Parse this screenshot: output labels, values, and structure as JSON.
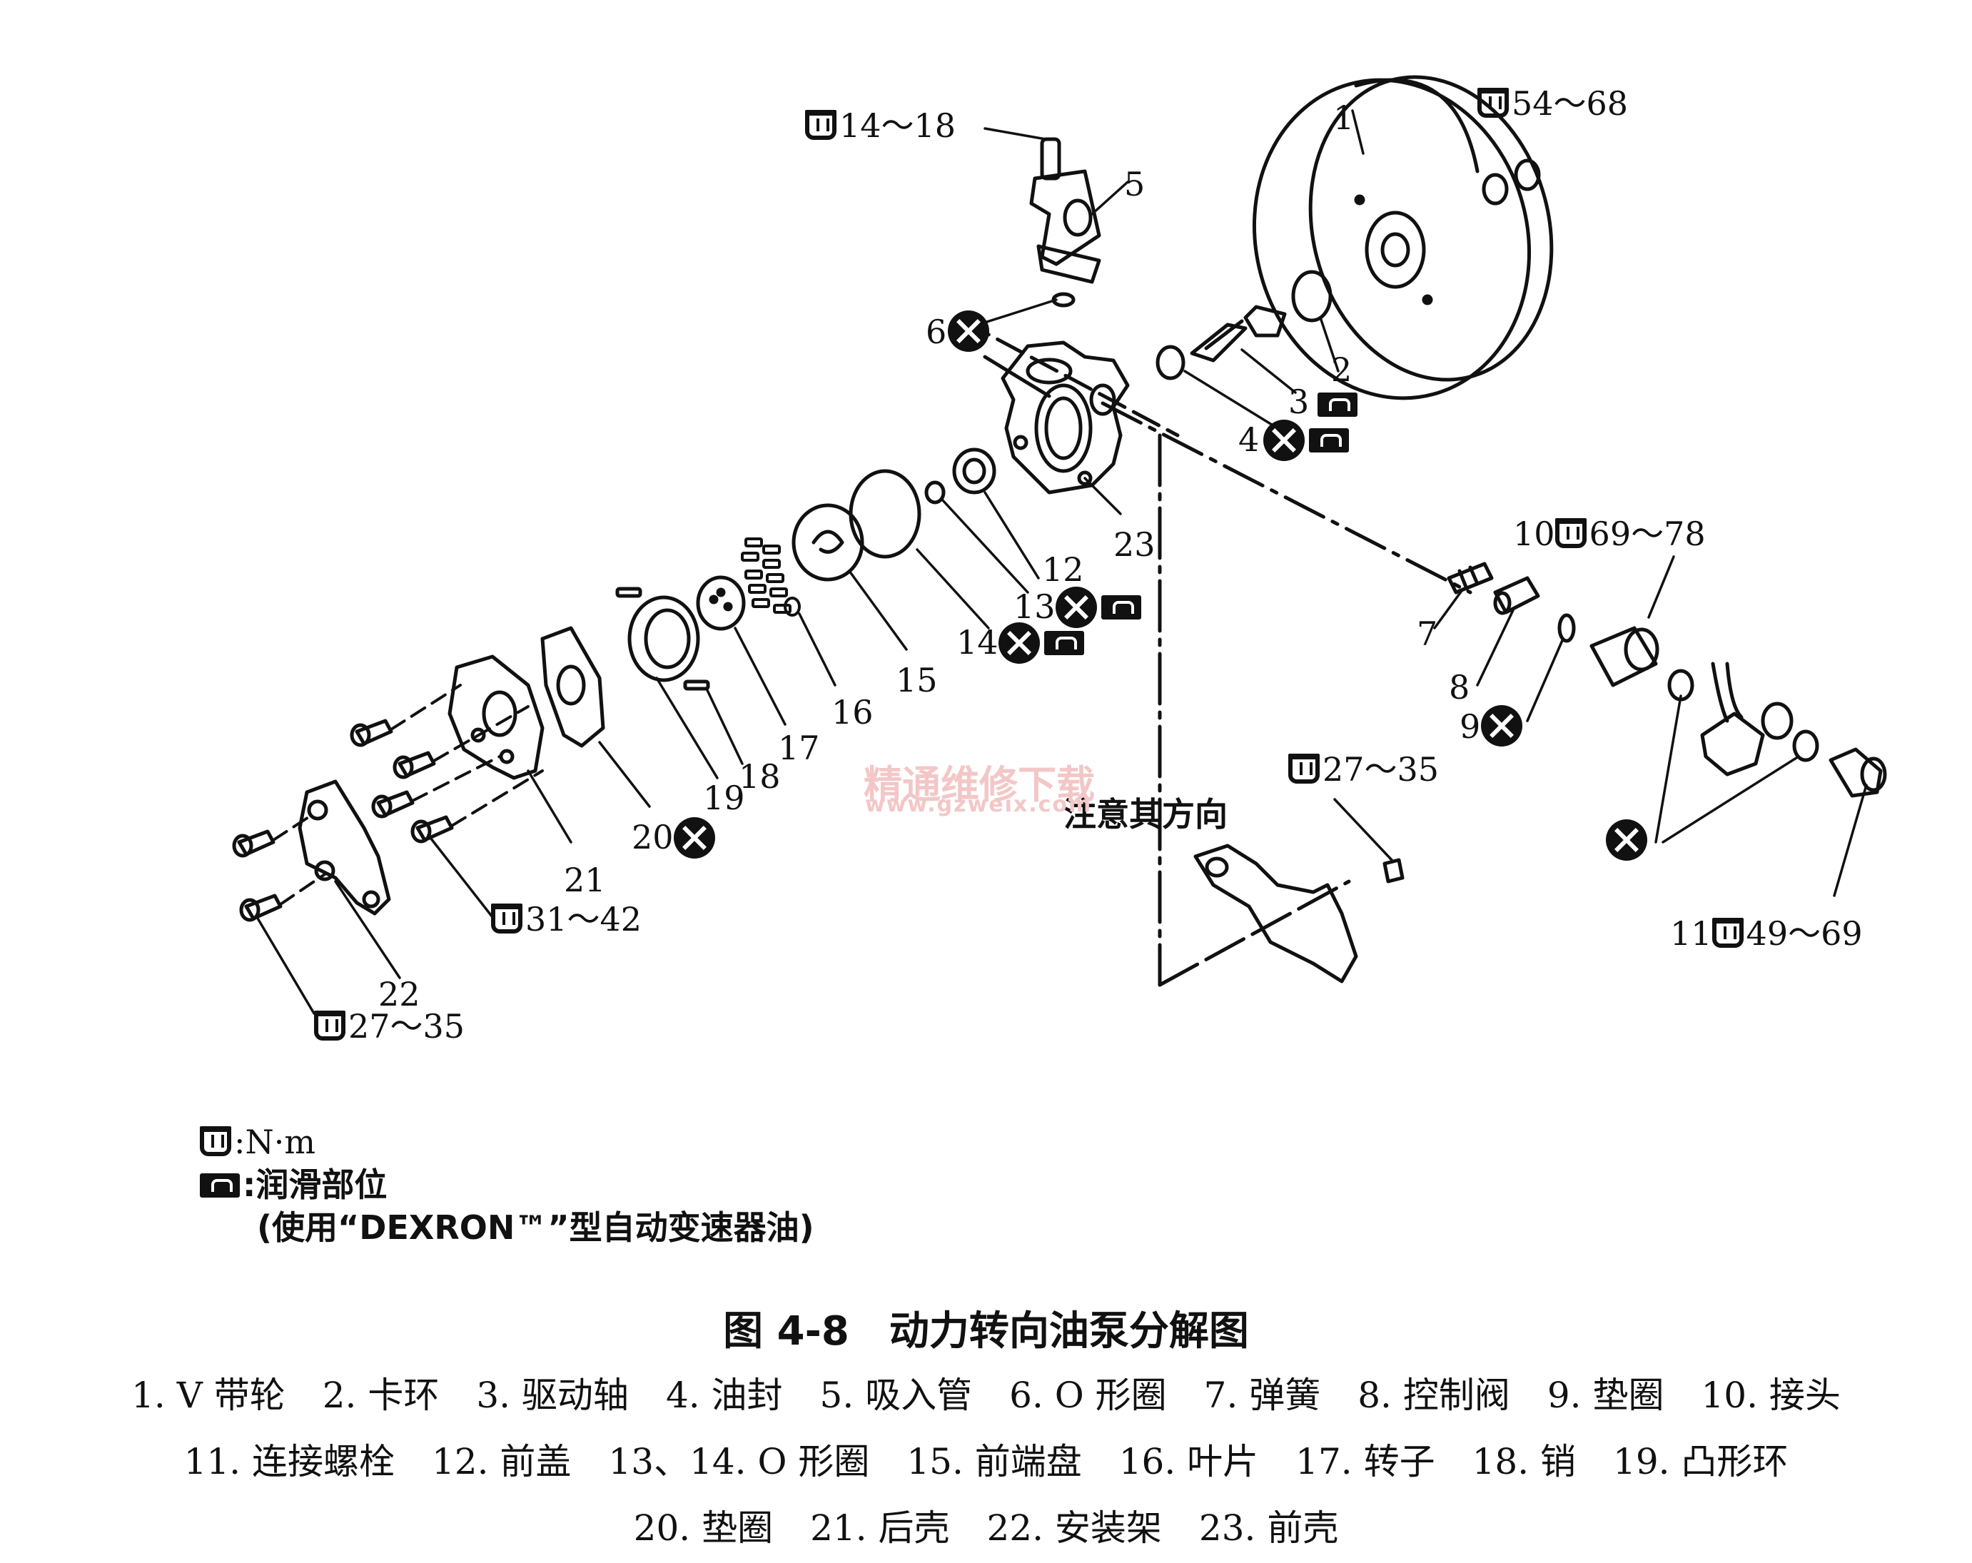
{
  "diagram": {
    "callouts": [
      {
        "id": "c1",
        "num": "1"
      },
      {
        "id": "c2",
        "num": "2"
      },
      {
        "id": "c3",
        "num": "3"
      },
      {
        "id": "c4",
        "num": "4"
      },
      {
        "id": "c5",
        "num": "5"
      },
      {
        "id": "c6",
        "num": "6"
      },
      {
        "id": "c7",
        "num": "7"
      },
      {
        "id": "c8",
        "num": "8"
      },
      {
        "id": "c9",
        "num": "9"
      },
      {
        "id": "c10",
        "num": "10"
      },
      {
        "id": "c11",
        "num": "11"
      },
      {
        "id": "c12",
        "num": "12"
      },
      {
        "id": "c13",
        "num": "13"
      },
      {
        "id": "c14",
        "num": "14"
      },
      {
        "id": "c15",
        "num": "15"
      },
      {
        "id": "c16",
        "num": "16"
      },
      {
        "id": "c17",
        "num": "17"
      },
      {
        "id": "c18",
        "num": "18"
      },
      {
        "id": "c19",
        "num": "19"
      },
      {
        "id": "c20",
        "num": "20"
      },
      {
        "id": "c21",
        "num": "21"
      },
      {
        "id": "c22",
        "num": "22"
      },
      {
        "id": "c23",
        "num": "23"
      }
    ],
    "torque_values": {
      "suction_bolt": "14～18",
      "pulley_nut": "54～68",
      "fitting": "69～78",
      "union_bolt": "49～69",
      "bracket_bolt_right": "27～35",
      "rear_bolts": "31～42",
      "mount_bolts": "27～35"
    },
    "direction_note": "注意其方向"
  },
  "watermark": {
    "main": "精通维修下载",
    "sub": "www.gzweix.com"
  },
  "legend": {
    "torque_unit": ":N·m",
    "lube_label": ":润滑部位",
    "lube_note": "(使用“DEXRON™”型自动变速器油)"
  },
  "figure": {
    "title": "图 4-8　动力转向油泵分解图",
    "caption_rows": [
      [
        "1. V 带轮",
        "2. 卡环",
        "3. 驱动轴",
        "4. 油封",
        "5. 吸入管",
        "6. O 形圈",
        "7. 弹簧",
        "8. 控制阀",
        "9. 垫圈",
        "10. 接头"
      ],
      [
        "11. 连接螺栓",
        "12. 前盖",
        "13、14. O 形圈",
        "15. 前端盘",
        "16. 叶片",
        "17. 转子",
        "18. 销",
        "19. 凸形环"
      ],
      [
        "20. 垫圈",
        "21. 后壳",
        "22. 安装架",
        "23. 前壳"
      ]
    ]
  }
}
